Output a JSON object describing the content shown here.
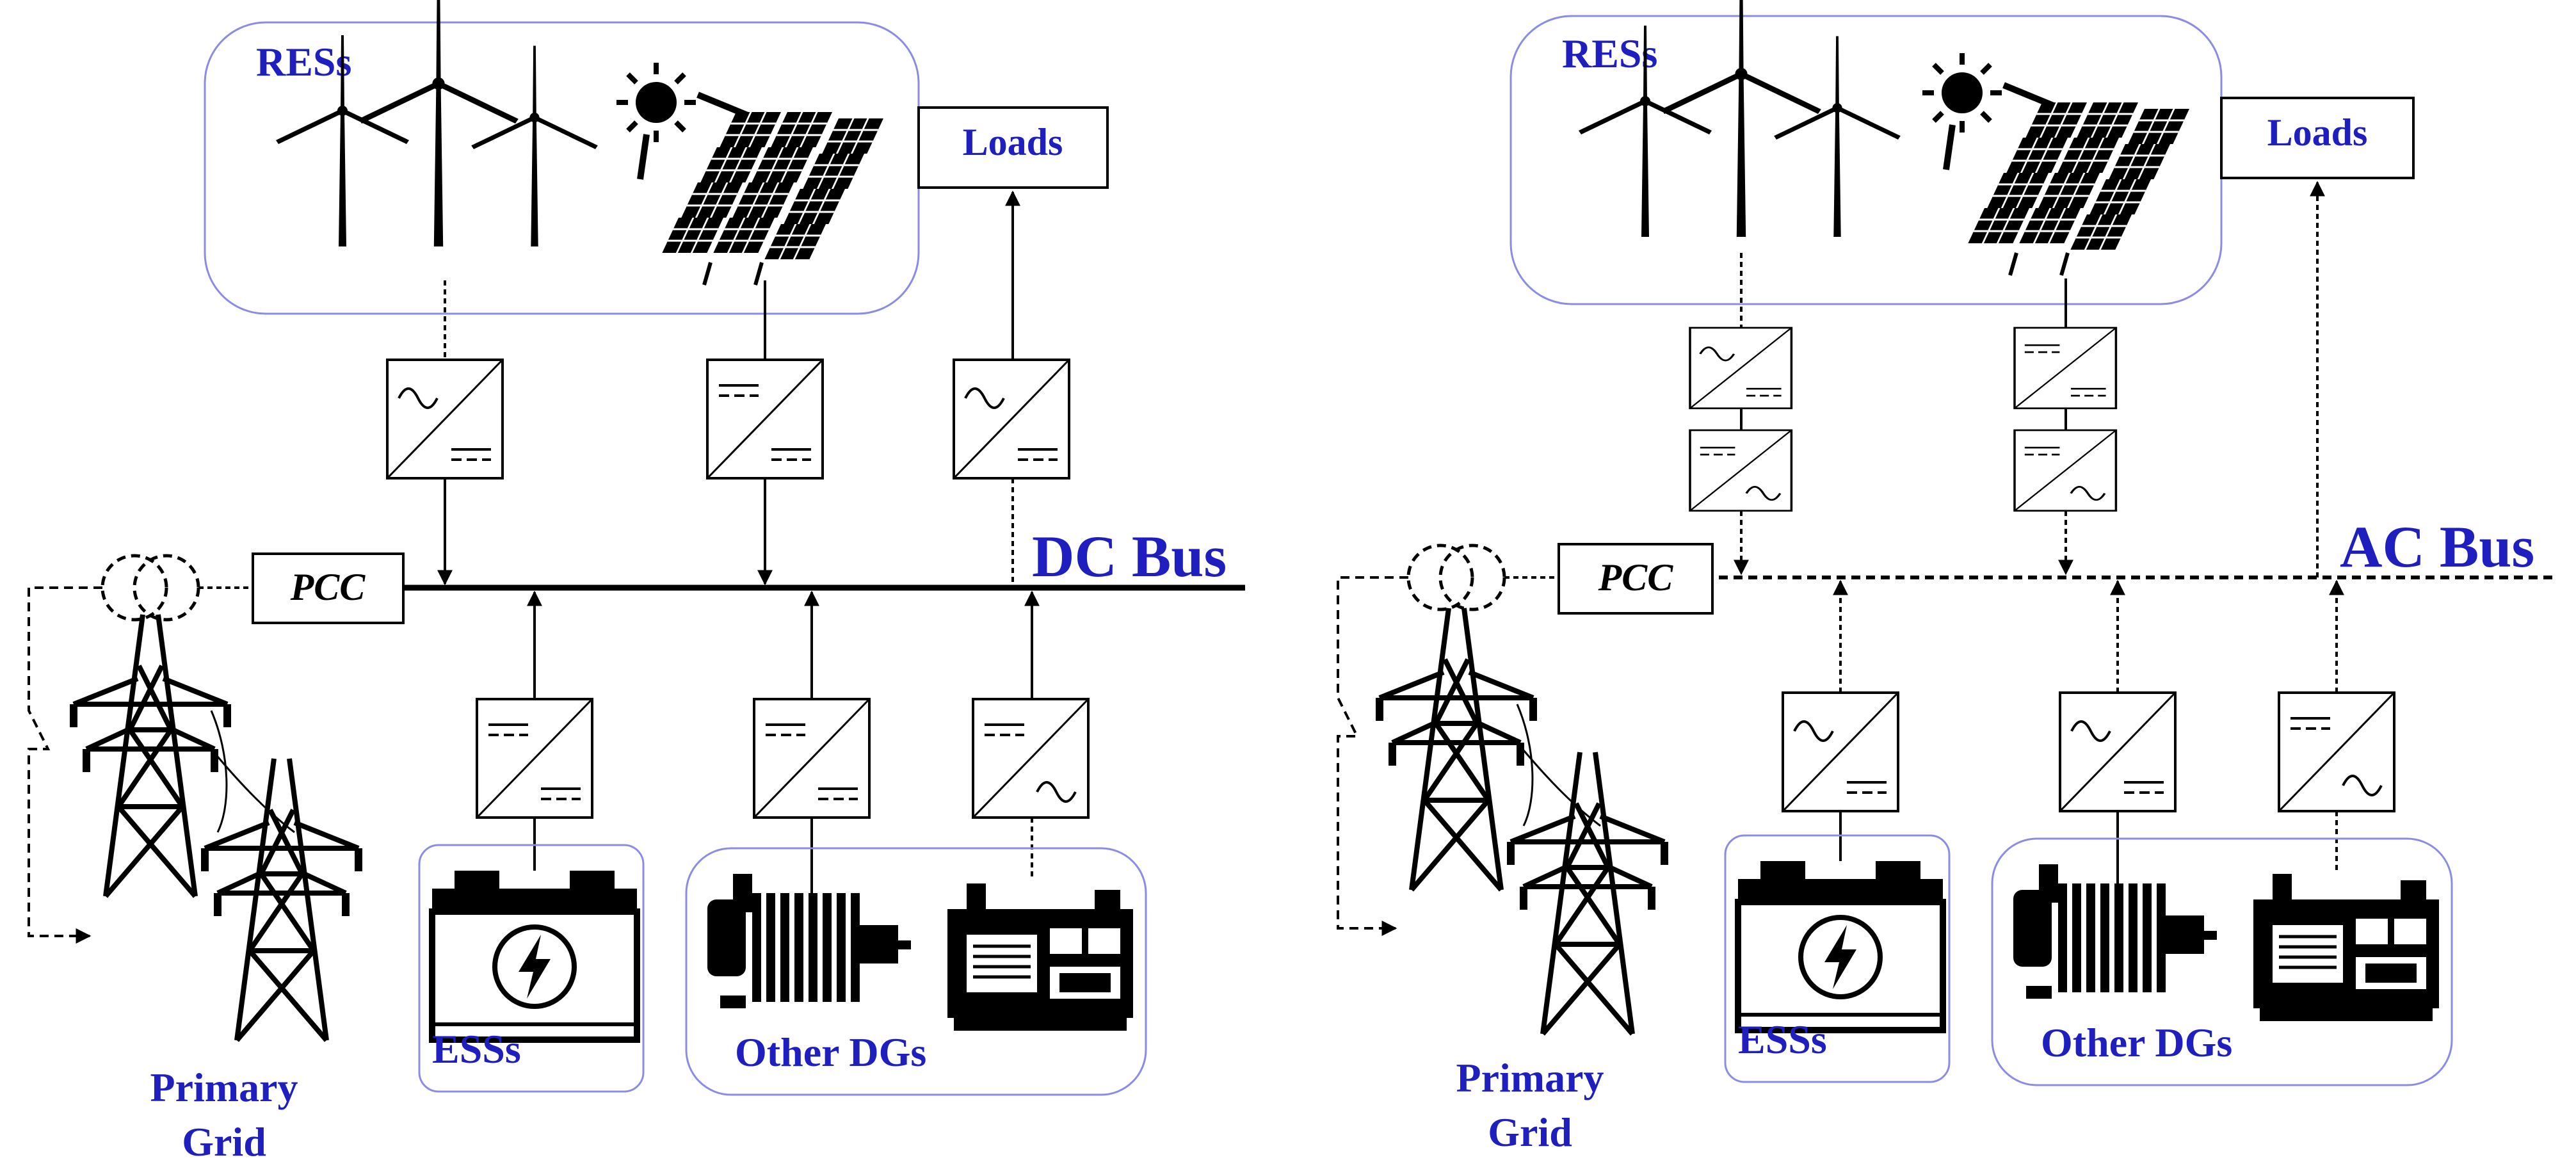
{
  "colors": {
    "label_blue": "#1f1fbf",
    "group_border": "#8c8ce6",
    "line": "#000000"
  },
  "dc_panel": {
    "ress_label": "RESs",
    "loads_label": "Loads",
    "pcc_label": "PCC",
    "bus_label": "DC Bus",
    "ess_label": "ESSs",
    "other_dgs_label": "Other DGs",
    "grid_label_line1": "Primary",
    "grid_label_line2": "Grid"
  },
  "ac_panel": {
    "ress_label": "RESs",
    "loads_label": "Loads",
    "pcc_label": "PCC",
    "bus_label": "AC Bus",
    "ess_label": "ESSs",
    "other_dgs_label": "Other DGs",
    "grid_label_line1": "Primary",
    "grid_label_line2": "Grid"
  },
  "icons": {
    "wind_turbine": "wind-turbine-icon",
    "sun": "sun-icon",
    "solar_panel": "solar-panel-icon",
    "transformer": "transformer-icon",
    "transmission_tower": "transmission-tower-icon",
    "battery": "battery-icon",
    "motor": "motor-icon",
    "generator": "diesel-generator-icon"
  },
  "converters": {
    "ac_dc": "ac-dc-converter",
    "dc_dc": "dc-dc-converter",
    "dc_ac": "dc-ac-converter"
  }
}
